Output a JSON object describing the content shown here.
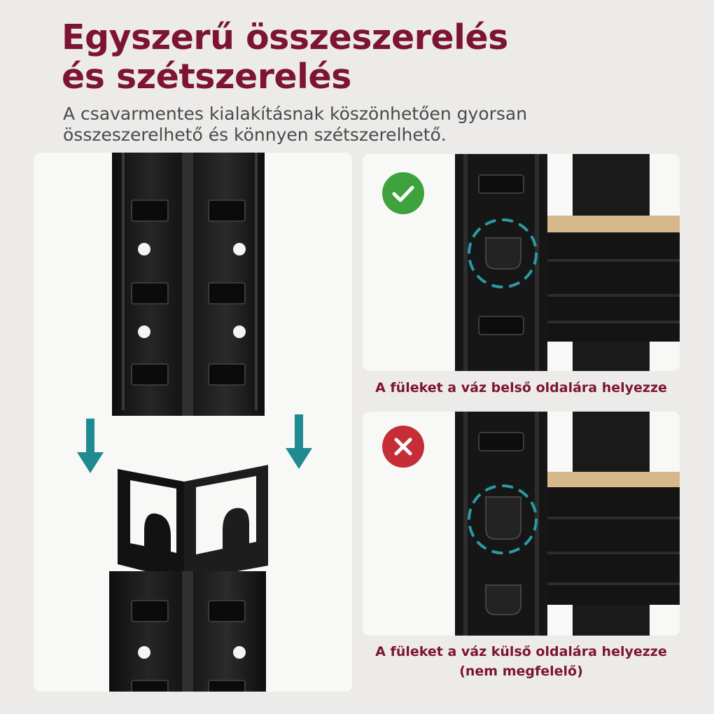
{
  "heading": {
    "line1": "Egyszerű összeszerelés",
    "line2": "és szétszerelés"
  },
  "subtitle": {
    "line1": "A csavarmentes kialakításnak köszönhetően gyorsan",
    "line2": "összeszerelhető és könnyen szétszerelhető."
  },
  "correct": {
    "caption": "A füleket a váz belső oldalára helyezze",
    "icon": "check-icon",
    "color": "#3ea33c"
  },
  "incorrect": {
    "caption_line1": "A füleket a váz külső oldalára helyezze",
    "caption_line2": "(nem megfelelő)",
    "icon": "cross-icon",
    "color": "#c52e36"
  },
  "colors": {
    "heading": "#7d1431",
    "arrow": "#1f8a8f",
    "highlight_circle": "#2a9aa3",
    "metal": "#161616",
    "wood": "#d6b88a"
  }
}
